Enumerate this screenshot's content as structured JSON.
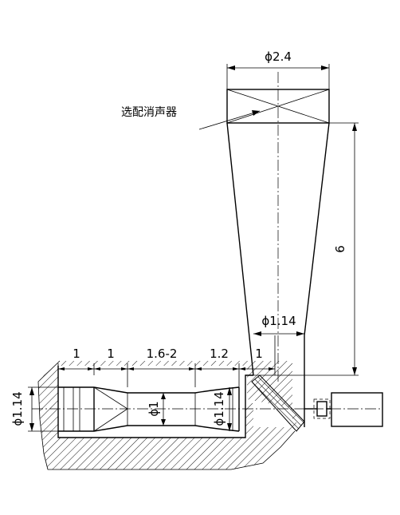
{
  "labels": {
    "silencer_diameter": "ϕ2.4",
    "silencer_callout": "选配消声器",
    "stack_height": "6",
    "outlet_diameter": "ϕ1.14",
    "seg1_length": "1",
    "seg2_length": "1",
    "seg3_length": "1.6-2",
    "seg4_length": "1.2",
    "seg5_length": "1",
    "inlet_diameter": "ϕ1.14",
    "throat_diameter": "ϕ1",
    "diffuser_exit_diameter": "ϕ1.14"
  }
}
